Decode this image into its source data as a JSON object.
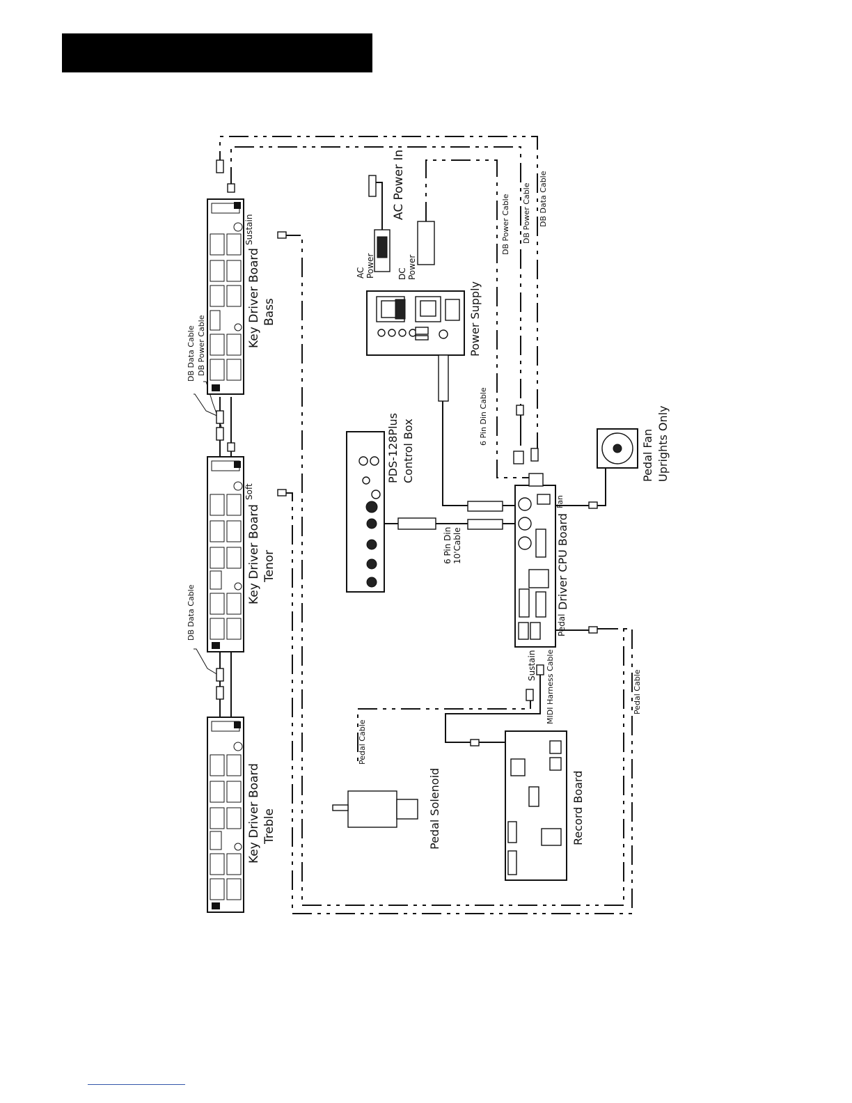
{
  "header": {
    "title": ""
  },
  "labels": {
    "kdb_bass": [
      "Key Driver Board",
      "Bass"
    ],
    "kdb_tenor": [
      "Key Driver Board",
      "Tenor"
    ],
    "kdb_treble": [
      "Key Driver Board",
      "Treble"
    ],
    "sustain_top": "Sustain",
    "soft": "Soft",
    "db_data_cable_upper": "DB Data Cable",
    "db_power_cable_upper": "DB Power Cable",
    "db_data_cable_lower": "DB Data Cable",
    "ac_power_in": "AC Power In",
    "ac_power": [
      "AC",
      "Power"
    ],
    "dc_power": [
      "DC",
      "Power"
    ],
    "power_supply": "Power Supply",
    "db_power_cable_1": "DB Power Cable",
    "db_power_cable_2": "DB Power Cable",
    "db_data_cable_right": "DB Data Cable",
    "six_pin_din_cable": "6 Pin Din Cable",
    "control_box": [
      "PDS-128Plus",
      "Control Box"
    ],
    "six_pin_din_10": [
      "6 Pin Din",
      "10'Cable"
    ],
    "pedal_fan": [
      "Pedal Fan",
      "Uprights Only"
    ],
    "fan": "Fan",
    "driver_cpu_board": "Driver CPU Board",
    "pedal": "Pedal",
    "sustain_cpu": "Sustain",
    "midi_harness_cable": "MIDI Harness Cable",
    "pedal_cable_right": "Pedal Cable",
    "pedal_cable_left": "Pedal Cable",
    "pedal_solenoid": "Pedal Solenoid",
    "record_board": "Record Board"
  }
}
